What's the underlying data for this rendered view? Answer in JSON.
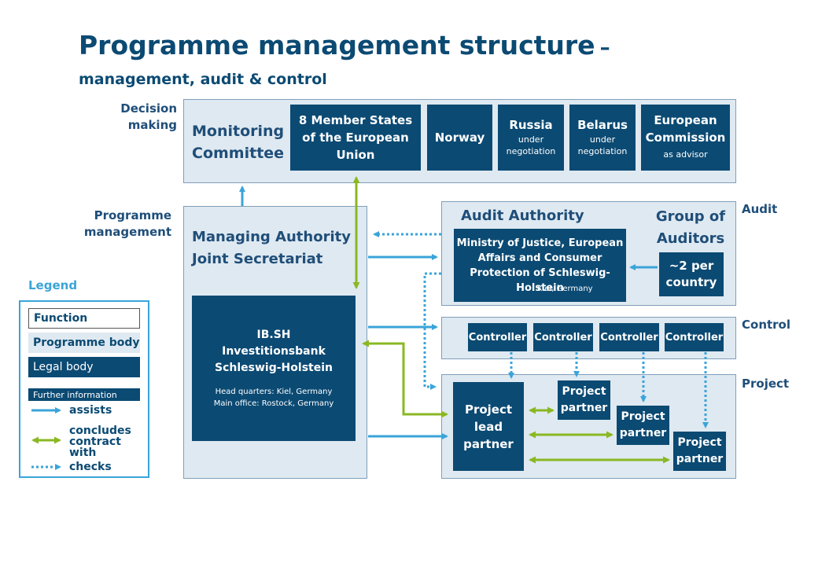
{
  "title": "Programme management structure",
  "title_dash": "–",
  "subtitle": "management, audit & control",
  "row_labels": {
    "decision": "Decision\nmaking",
    "programme": "Programme\nmanagement",
    "audit": "Audit",
    "control": "Control",
    "project": "Project"
  },
  "monitoring": {
    "title": "Monitoring\nCommittee",
    "members": [
      {
        "name": "8 Member States\nof the European\nUnion",
        "note": ""
      },
      {
        "name": "Norway",
        "note": ""
      },
      {
        "name": "Russia",
        "note": "under\nnegotiation"
      },
      {
        "name": "Belarus",
        "note": "under\nnegotiation"
      },
      {
        "name": "European\nCommission",
        "note": "as advisor"
      }
    ]
  },
  "managing": {
    "title": "Managing Authority\nJoint Secretariat",
    "bank_name": "IB.SH\nInvestitionsbank\nSchleswig-Holstein",
    "bank_info": "Head quarters: Kiel, Germany\nMain office: Rostock, Germany"
  },
  "audit": {
    "title": "Audit Authority",
    "ministry": "Ministry of Justice, European\nAffairs and Consumer\nProtection of Schleswig-\nHolstein",
    "ministry_note": "Kiel, Germany",
    "group_title": "Group of\nAuditors",
    "group_value": "~2 per\ncountry"
  },
  "control": {
    "controllers": [
      "Controller",
      "Controller",
      "Controller",
      "Controller"
    ]
  },
  "project": {
    "lead": "Project\nlead\npartner",
    "partners": [
      "Project\npartner",
      "Project\npartner",
      "Project\npartner"
    ]
  },
  "legend": {
    "title": "Legend",
    "function": "Function",
    "programme_body": "Programme body",
    "legal_body": "Legal body",
    "further_info": "Further information",
    "assists": "assists",
    "concludes": "concludes\ncontract\nwith",
    "checks": "checks"
  },
  "colors": {
    "dark_blue": "#0b4a73",
    "panel": "#dfe9f1",
    "assist_arrow": "#3aa4d9",
    "contract_arrow": "#8ab823",
    "check_arrow": "#3aa4d9"
  }
}
